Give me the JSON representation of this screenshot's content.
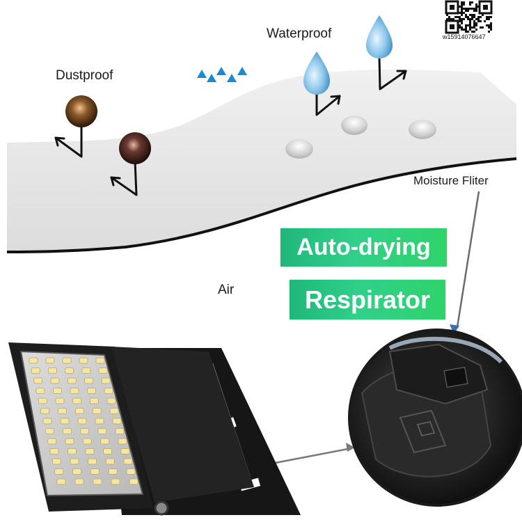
{
  "labels": {
    "dustproof": "Dustproof",
    "waterproof": "Waterproof",
    "air": "Air",
    "moisture_filter": "Moisture Fliter"
  },
  "badges": {
    "auto_drying": "Auto-drying",
    "respirator": "Respirator"
  },
  "watermark": {
    "id_text": "w15914076647"
  },
  "colors": {
    "membrane": "#e6e6e6",
    "air_arrows": "#1b8ad0",
    "droplet": "#8fc8ec",
    "badge_green": "#2fcf78",
    "lamp_body": "#1c1c1c"
  }
}
